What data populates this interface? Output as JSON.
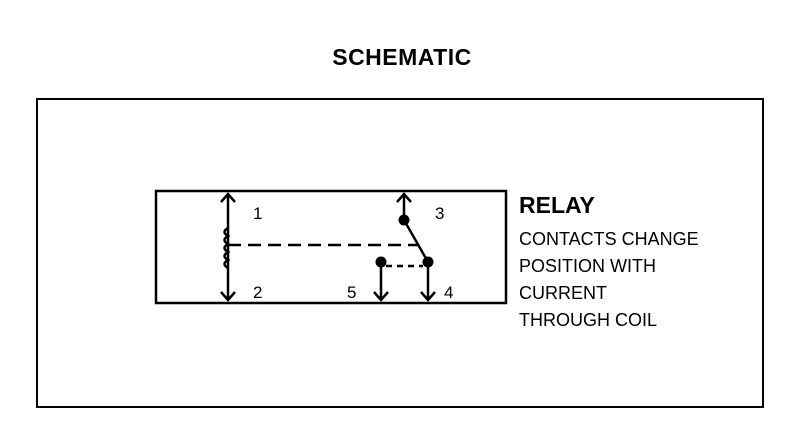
{
  "title": "SCHEMATIC",
  "relay": {
    "name": "RELAY",
    "description_lines": [
      "CONTACTS CHANGE",
      "POSITION WITH",
      "CURRENT",
      "THROUGH COIL"
    ]
  },
  "terminals": {
    "t1": "1",
    "t2": "2",
    "t3": "3",
    "t4": "4",
    "t5": "5"
  },
  "icons": [
    "coil-icon",
    "switch-contact-icon",
    "arrow-terminal-icon"
  ]
}
